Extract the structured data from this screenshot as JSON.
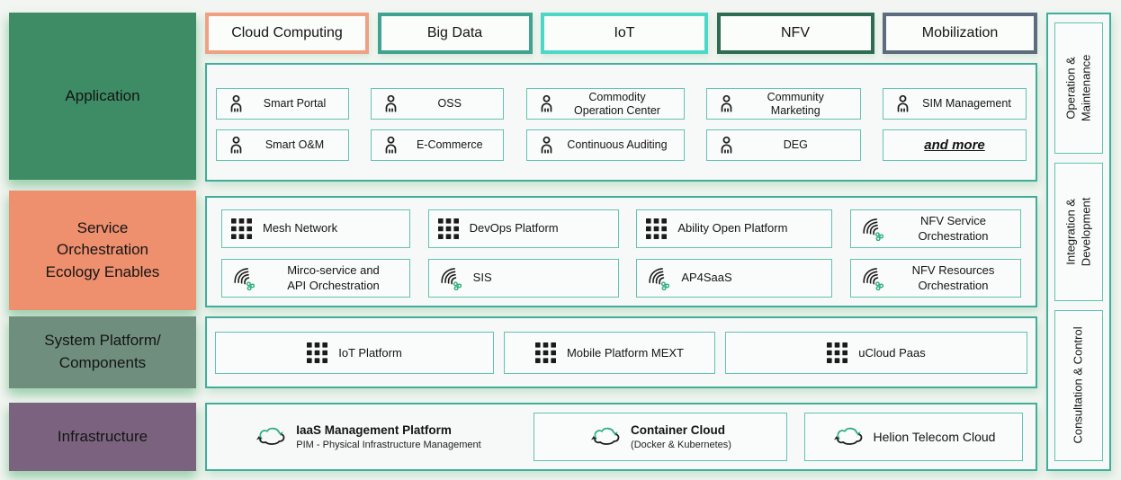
{
  "diagram": {
    "left_blocks": [
      {
        "label": "Application",
        "color": "#3e8c66"
      },
      {
        "label": "Service\nOrchestration\nEcology Enables",
        "color": "#ee8f6e"
      },
      {
        "label": "System Platform/\nComponents",
        "color": "#6f8e7d"
      },
      {
        "label": "Infrastructure",
        "color": "#7b6380"
      }
    ],
    "top_categories": [
      {
        "label": "Cloud Computing",
        "border_color": "#f0a184"
      },
      {
        "label": "Big Data",
        "border_color": "#3fa390"
      },
      {
        "label": "IoT",
        "border_color": "#4bd8c9"
      },
      {
        "label": "NFV",
        "border_color": "#2f6b52"
      },
      {
        "label": "Mobilization",
        "border_color": "#5c6b7d"
      }
    ],
    "application_items": [
      {
        "label": "Smart Portal",
        "icon": "person-icon"
      },
      {
        "label": "OSS",
        "icon": "person-icon"
      },
      {
        "label": "Commodity\nOperation Center",
        "icon": "person-icon"
      },
      {
        "label": "Community\nMarketing",
        "icon": "person-icon"
      },
      {
        "label": "SIM Management",
        "icon": "person-icon"
      },
      {
        "label": "Smart O&M",
        "icon": "person-icon"
      },
      {
        "label": "E-Commerce",
        "icon": "person-icon"
      },
      {
        "label": "Continuous Auditing",
        "icon": "person-icon"
      },
      {
        "label": "DEG",
        "icon": "person-icon"
      },
      {
        "label": "and more",
        "icon": null,
        "emphasis": true
      }
    ],
    "service_items": [
      {
        "label": "Mesh Network",
        "icon": "grid-icon"
      },
      {
        "label": "DevOps Platform",
        "icon": "grid-icon"
      },
      {
        "label": "Ability Open Platform",
        "icon": "grid-icon"
      },
      {
        "label": "NFV Service\nOrchestration",
        "icon": "swirl-icon"
      },
      {
        "label": "Mirco-service and\nAPI Orchestration",
        "icon": "swirl-icon"
      },
      {
        "label": "SIS",
        "icon": "swirl-icon"
      },
      {
        "label": "AP4SaaS",
        "icon": "swirl-icon"
      },
      {
        "label": "NFV Resources\nOrchestration",
        "icon": "swirl-icon"
      }
    ],
    "platform_items": [
      {
        "label": "IoT Platform",
        "icon": "grid-icon"
      },
      {
        "label": "Mobile Platform MEXT",
        "icon": "grid-icon"
      },
      {
        "label": "uCloud Paas",
        "icon": "grid-icon"
      }
    ],
    "infrastructure_items": [
      {
        "label": "IaaS Management Platform",
        "sublabel": "PIM - Physical Infrastructure Management",
        "icon": "cloud-icon",
        "borderless": true
      },
      {
        "label": "Container Cloud",
        "sublabel": "(Docker & Kubernetes)",
        "icon": "cloud-icon"
      },
      {
        "label": "Helion Telecom Cloud",
        "icon": "cloud-icon"
      }
    ],
    "sidebar_items": [
      {
        "label": "Operation &\nMaintenance"
      },
      {
        "label": "Integration &\nDevelopment"
      },
      {
        "label": "Consultation & Control"
      }
    ],
    "colors": {
      "container_border": "#3fae9b",
      "item_border": "#63c2b0",
      "icon_black": "#1c1c1c",
      "icon_green": "#2fae7e",
      "background": "#f2f5f1"
    }
  }
}
